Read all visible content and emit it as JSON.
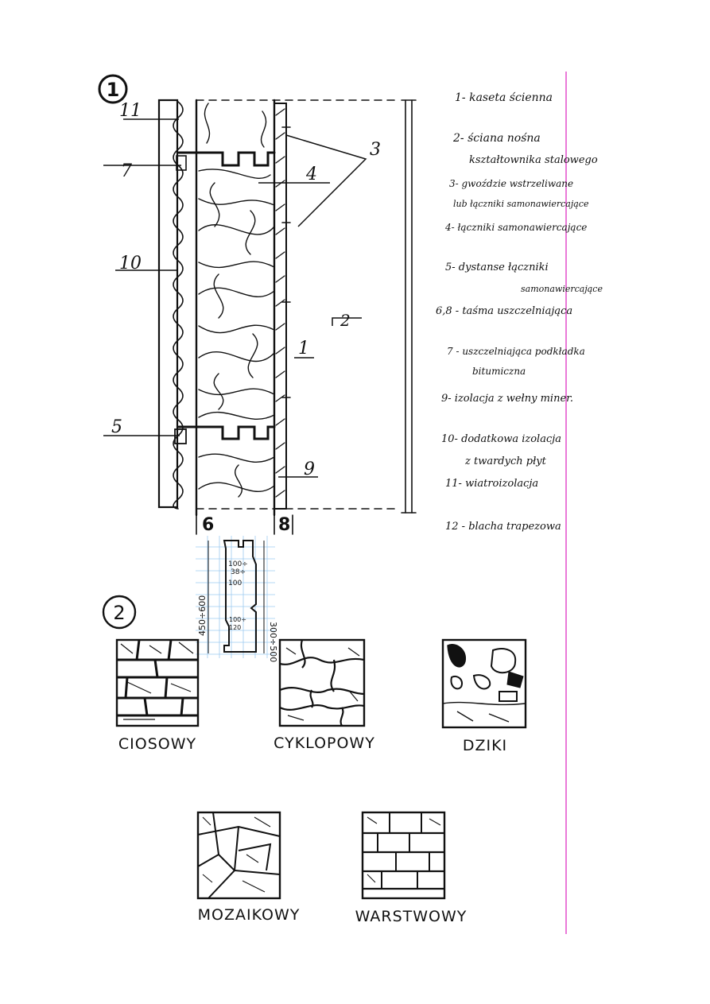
{
  "sheet": {
    "section_marks": [
      "1",
      "2"
    ],
    "callouts": {
      "c11": "11",
      "c7": "7",
      "c10": "10",
      "c5": "5",
      "c4": "4",
      "c3": "3",
      "c2": "2",
      "c1": "1",
      "c9": "9",
      "c6": "6",
      "c8": "8"
    },
    "legend": [
      "1- kaseta ściennа",
      "2- ściana nośna",
      "kształtownika stalowego",
      "3- gwoździe wstrzeliwane",
      "lub łączniki samonawiercające",
      "4- łączniki samonawiercające",
      "5- dystanse łączniki",
      "samonawiercające",
      "6,8 - taśma uszczelniająca",
      "7 - uszczelniająca podkładka",
      "bitumiczna",
      "9- izolacja z wełny miner.",
      "10- dodatkowa izolacja",
      "z twardych płyt",
      "11- wiatroizolacja",
      "12 - blacha trapezowa"
    ],
    "profile_dims": {
      "left": "450÷600",
      "right": "300÷500",
      "top_a": "100÷",
      "top_b": "38÷",
      "top_c": "100",
      "mid_a": "100÷",
      "mid_b": "120"
    },
    "masonry_types": [
      "CIOSOWY",
      "CYKLOPOWY",
      "DZIKI",
      "MOZAIKOWY",
      "WARSTWOWY"
    ],
    "colors": {
      "ink": "#111111",
      "margin_line": "#e040c8",
      "grid": "#9ecbf0",
      "paper": "#ffffff"
    }
  }
}
